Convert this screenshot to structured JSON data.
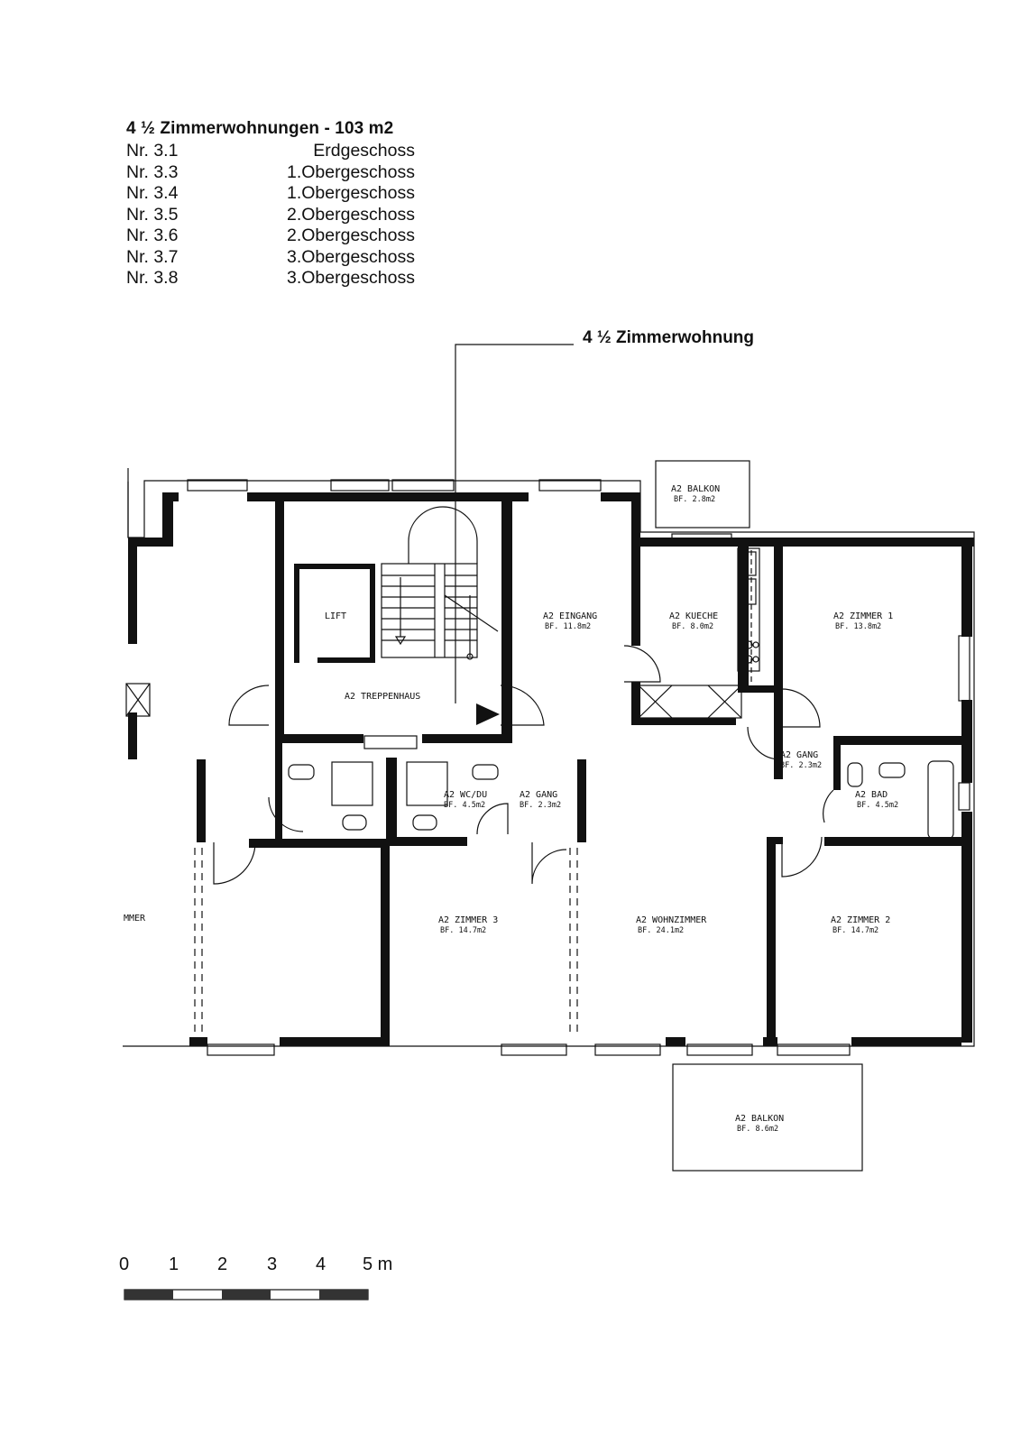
{
  "header": {
    "title": "4 ½ Zimmerwohnungen - 103 m2",
    "units": [
      {
        "nr": "Nr. 3.1",
        "floor": "Erdgeschoss"
      },
      {
        "nr": "Nr. 3.3",
        "floor": "1.Obergeschoss"
      },
      {
        "nr": "Nr. 3.4",
        "floor": "1.Obergeschoss"
      },
      {
        "nr": "Nr. 3.5",
        "floor": "2.Obergeschoss"
      },
      {
        "nr": "Nr. 3.6",
        "floor": "2.Obergeschoss"
      },
      {
        "nr": "Nr. 3.7",
        "floor": "3.Obergeschoss"
      },
      {
        "nr": "Nr. 3.8",
        "floor": "3.Obergeschoss"
      }
    ]
  },
  "callout": "4 ½ Zimmerwohnung",
  "rooms": {
    "balkon_top": {
      "name": "A2 BALKON",
      "area": "BF. 2.8m2"
    },
    "lift": {
      "name": "LIFT"
    },
    "treppenhaus": {
      "name": "A2 TREPPENHAUS"
    },
    "eingang": {
      "name": "A2 EINGANG",
      "area": "BF. 11.8m2"
    },
    "kueche": {
      "name": "A2 KUECHE",
      "area": "BF. 8.0m2"
    },
    "zimmer1": {
      "name": "A2 ZIMMER 1",
      "area": "BF. 13.8m2"
    },
    "gang_right": {
      "name": "A2 GANG",
      "area": "BF. 2.3m2"
    },
    "bad": {
      "name": "A2 BAD",
      "area": "BF. 4.5m2"
    },
    "wcdu": {
      "name": "A2 WC/DU",
      "area": "BF. 4.5m2"
    },
    "gang_mid": {
      "name": "A2 GANG",
      "area": "BF. 2.3m2"
    },
    "zimmer_left": {
      "name": "MMER"
    },
    "zimmer3": {
      "name": "A2 ZIMMER 3",
      "area": "BF. 14.7m2"
    },
    "wohnzimmer": {
      "name": "A2 WOHNZIMMER",
      "area": "BF. 24.1m2"
    },
    "zimmer2": {
      "name": "A2 ZIMMER 2",
      "area": "BF. 14.7m2"
    },
    "balkon_bottom": {
      "name": "A2 BALKON",
      "area": "BF. 8.6m2"
    }
  },
  "scale": {
    "labels": [
      "0",
      "1",
      "2",
      "3",
      "4",
      "5 m"
    ]
  }
}
